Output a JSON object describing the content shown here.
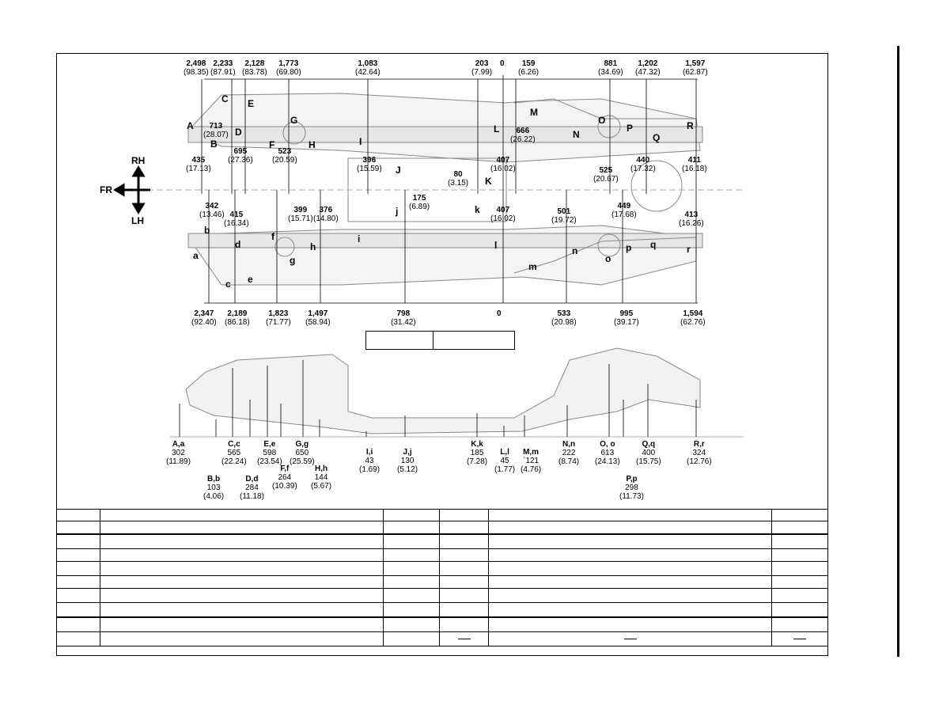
{
  "top_view": {
    "top_dims": [
      {
        "mm": "2,498",
        "in": "(98.35)"
      },
      {
        "mm": "2,233",
        "in": "(87.91)"
      },
      {
        "mm": "2,128",
        "in": "(83.78)"
      },
      {
        "mm": "1,773",
        "in": "(69.80)"
      },
      {
        "mm": "1,083",
        "in": "(42.64)"
      },
      {
        "mm": "203",
        "in": "(7.99)"
      },
      {
        "mm": "0",
        "in": ""
      },
      {
        "mm": "159",
        "in": "(6.26)"
      },
      {
        "mm": "881",
        "in": "(34.69)"
      },
      {
        "mm": "1,202",
        "in": "(47.32)"
      },
      {
        "mm": "1,597",
        "in": "(62.87)"
      }
    ],
    "bottom_dims": [
      {
        "mm": "2,347",
        "in": "(92.40)"
      },
      {
        "mm": "2,189",
        "in": "(86.18)"
      },
      {
        "mm": "1,823",
        "in": "(71.77)"
      },
      {
        "mm": "1,497",
        "in": "(58.94)"
      },
      {
        "mm": "798",
        "in": "(31.42)"
      },
      {
        "mm": "0",
        "in": ""
      },
      {
        "mm": "533",
        "in": "(20.98)"
      },
      {
        "mm": "995",
        "in": "(39.17)"
      },
      {
        "mm": "1,594",
        "in": "(62.76)"
      }
    ],
    "inner_dims": [
      {
        "mm": "713",
        "in": "(28.07)"
      },
      {
        "mm": "435",
        "in": "(17.13)"
      },
      {
        "mm": "695",
        "in": "(27.36)"
      },
      {
        "mm": "523",
        "in": "(20.59)"
      },
      {
        "mm": "396",
        "in": "(15.59)"
      },
      {
        "mm": "80",
        "in": "(3.15)"
      },
      {
        "mm": "407",
        "in": "(16.02)"
      },
      {
        "mm": "666",
        "in": "(26.22)"
      },
      {
        "mm": "525",
        "in": "(20.67)"
      },
      {
        "mm": "440",
        "in": "(17.32)"
      },
      {
        "mm": "411",
        "in": "(16.18)"
      },
      {
        "mm": "342",
        "in": "(13.46)"
      },
      {
        "mm": "415",
        "in": "(16.34)"
      },
      {
        "mm": "399",
        "in": "(15.71)"
      },
      {
        "mm": "376",
        "in": "(14.80)"
      },
      {
        "mm": "175",
        "in": "(6.89)"
      },
      {
        "mm": "407",
        "in": "(16.02)"
      },
      {
        "mm": "501",
        "in": "(19.72)"
      },
      {
        "mm": "449",
        "in": "(17.68)"
      },
      {
        "mm": "413",
        "in": "(16.26)"
      }
    ],
    "points_upper": [
      "A",
      "B",
      "C",
      "E",
      "D",
      "G",
      "F",
      "H",
      "I",
      "J",
      "K",
      "L",
      "M",
      "N",
      "O",
      "P",
      "Q",
      "R"
    ],
    "points_lower": [
      "a",
      "b",
      "d",
      "c",
      "e",
      "f",
      "g",
      "h",
      "i",
      "j",
      "k",
      "l",
      "m",
      "n",
      "o",
      "p",
      "q",
      "r"
    ],
    "compass": {
      "rh": "RH",
      "lh": "LH",
      "fr": "FR"
    }
  },
  "side_view": {
    "heights": [
      {
        "pt": "A,a",
        "mm": "302",
        "in": "(11.89)"
      },
      {
        "pt": "B,b",
        "mm": "103",
        "in": "(4.06)"
      },
      {
        "pt": "C,c",
        "mm": "565",
        "in": "(22.24)"
      },
      {
        "pt": "D,d",
        "mm": "284",
        "in": "(11.18)"
      },
      {
        "pt": "E,e",
        "mm": "598",
        "in": "(23.54)"
      },
      {
        "pt": "F,f",
        "mm": "264",
        "in": "(10.39)"
      },
      {
        "pt": "G,g",
        "mm": "650",
        "in": "(25.59)"
      },
      {
        "pt": "H,h",
        "mm": "144",
        "in": "(5.67)"
      },
      {
        "pt": "I,i",
        "mm": "43",
        "in": "(1.69)"
      },
      {
        "pt": "J,j",
        "mm": "130",
        "in": "(5.12)"
      },
      {
        "pt": "K,k",
        "mm": "185",
        "in": "(7.28)"
      },
      {
        "pt": "L,l",
        "mm": "45",
        "in": "(1.77)"
      },
      {
        "pt": "M,m",
        "mm": "`121",
        "in": "(4.76)"
      },
      {
        "pt": "N,n",
        "mm": "222",
        "in": "(8.74)"
      },
      {
        "pt": "O, o",
        "mm": "613",
        "in": "(24.13)"
      },
      {
        "pt": "P,p",
        "mm": "298",
        "in": "(11.73)"
      },
      {
        "pt": "Q,q",
        "mm": "400",
        "in": "(15.75)"
      },
      {
        "pt": "R,r",
        "mm": "324",
        "in": "(12.76)"
      }
    ]
  },
  "table": {
    "last_row_dash": "—"
  }
}
